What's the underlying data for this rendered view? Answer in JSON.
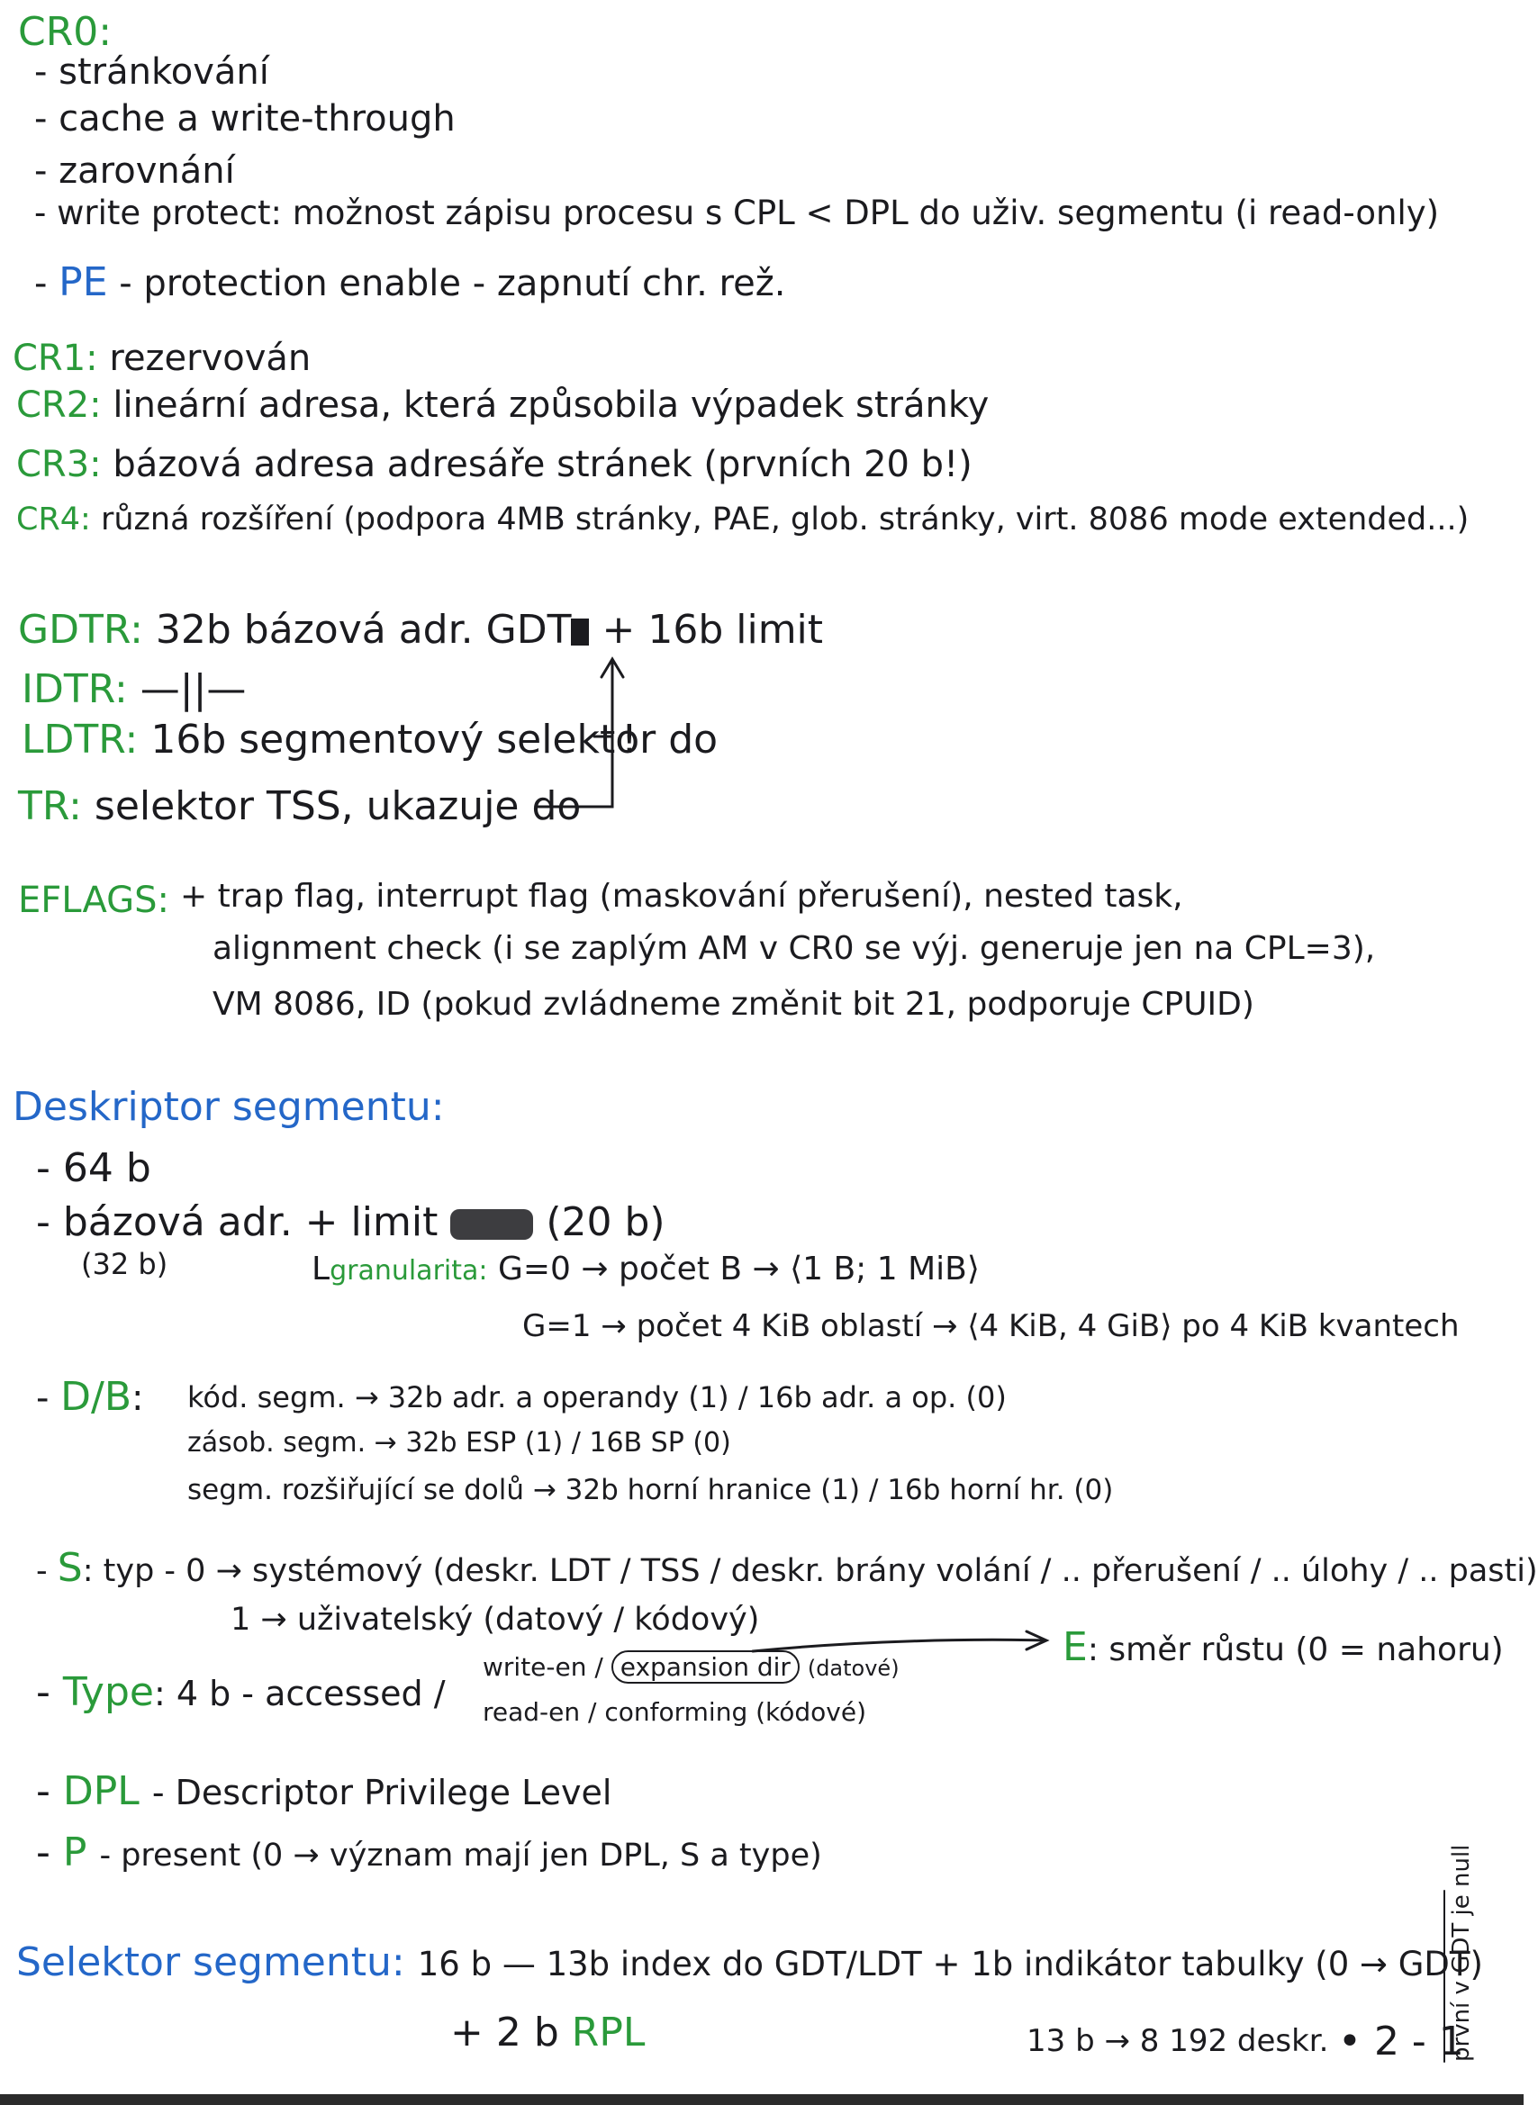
{
  "cr0": {
    "label": "CR0:",
    "items": [
      "- stránkování",
      "- cache a write-through",
      "- zarovnání",
      "- write protect: možnost zápisu procesu s CPL < DPL do uživ. segmentu (i read-only)"
    ],
    "pe_dash": "-",
    "pe_label": "PE",
    "pe_text": "- protection enable - zapnutí chr. rež."
  },
  "cr1": {
    "label": "CR1:",
    "text": "rezervován"
  },
  "cr2": {
    "label": "CR2:",
    "text": "lineární adresa, která způsobila výpadek stránky"
  },
  "cr3": {
    "label": "CR3:",
    "text": "bázová adresa adresáře stránek (prvních 20 b!)"
  },
  "cr4": {
    "label": "CR4:",
    "text": "různá rozšíření (podpora 4MB stránky, PAE, glob. stránky, virt. 8086 mode extended...)"
  },
  "gdtr": {
    "label": "GDTR:",
    "text_a": "32b bázová adr. GDT",
    "text_b": "+ 16b limit"
  },
  "idtr": {
    "label": "IDTR:",
    "text": "—||—"
  },
  "ldtr": {
    "label": "LDTR:",
    "text": "16b segmentový selektor do",
    "mark": "!"
  },
  "tr": {
    "label": "TR:",
    "text": "selektor TSS, ukazuje do"
  },
  "eflags": {
    "label": "EFLAGS:",
    "lines": [
      "+ trap flag, interrupt flag (maskování přerušení), nested task,",
      "alignment check (i se zaplým AM v CR0 se výj. generuje jen na CPL=3),",
      "VM 8086, ID (pokud zvládneme změnit bit 21, podporuje CPUID)"
    ]
  },
  "descriptor": {
    "title": "Deskriptor segmentu:",
    "size": "- 64 b",
    "base_a": "- bázová adr. + limit",
    "base_b": "(20 b)",
    "base_sub": "(32 b)",
    "gran_mark": "L",
    "gran_label": "granularita:",
    "gran_g0": "G=0 → počet B → ⟨1 B; 1 MiB⟩",
    "gran_g1": "G=1 → počet 4 KiB oblastí → ⟨4 KiB, 4 GiB⟩ po 4 KiB kvantech",
    "db_dash": "-",
    "db_label": "D/B",
    "db_colon": ":",
    "db_lines": [
      "kód. segm. → 32b adr. a operandy (1) / 16b adr. a op. (0)",
      "zásob. segm. → 32b ESP (1) / 16B SP (0)",
      "segm. rozšiřující se dolů → 32b horní hranice (1) / 16b horní hr. (0)"
    ],
    "s_dash": "-",
    "s_label": "S",
    "s_line1": ": typ - 0 → systémový (deskr. LDT / TSS / deskr. brány volání / .. přerušení / .. úlohy / .. pasti)",
    "s_line2": "1 → uživatelský (datový / kódový)",
    "e_label": "E",
    "e_text": ": směr růstu (0 = nahoru)",
    "type_dash": "-",
    "type_label": "Type",
    "type_text": ": 4 b - accessed /",
    "type_r1a": "write-en /",
    "type_r1b": "expansion dir",
    "type_r1c": "(datové)",
    "type_r2": "read-en / conforming (kódové)",
    "dpl_dash": "-",
    "dpl_label": "DPL",
    "dpl_text": "- Descriptor Privilege Level",
    "p_dash": "-",
    "p_label": "P",
    "p_text": "- present (0 → význam mají jen DPL, S a type)"
  },
  "selector": {
    "title": "Selektor segmentu:",
    "text": "16 b — 13b index do GDT/LDT + 1b indikátor tabulky (0 → GDT)",
    "rpl_prefix": "+ 2 b",
    "rpl_label": "RPL",
    "count": "13 b → 8 192 deskr.",
    "page_number": "• 2 - 1",
    "side_note": "první v GDT je null"
  },
  "colors": {
    "green": "#2a9a3a",
    "blue": "#2467c8",
    "ink": "#1b1b1f"
  }
}
